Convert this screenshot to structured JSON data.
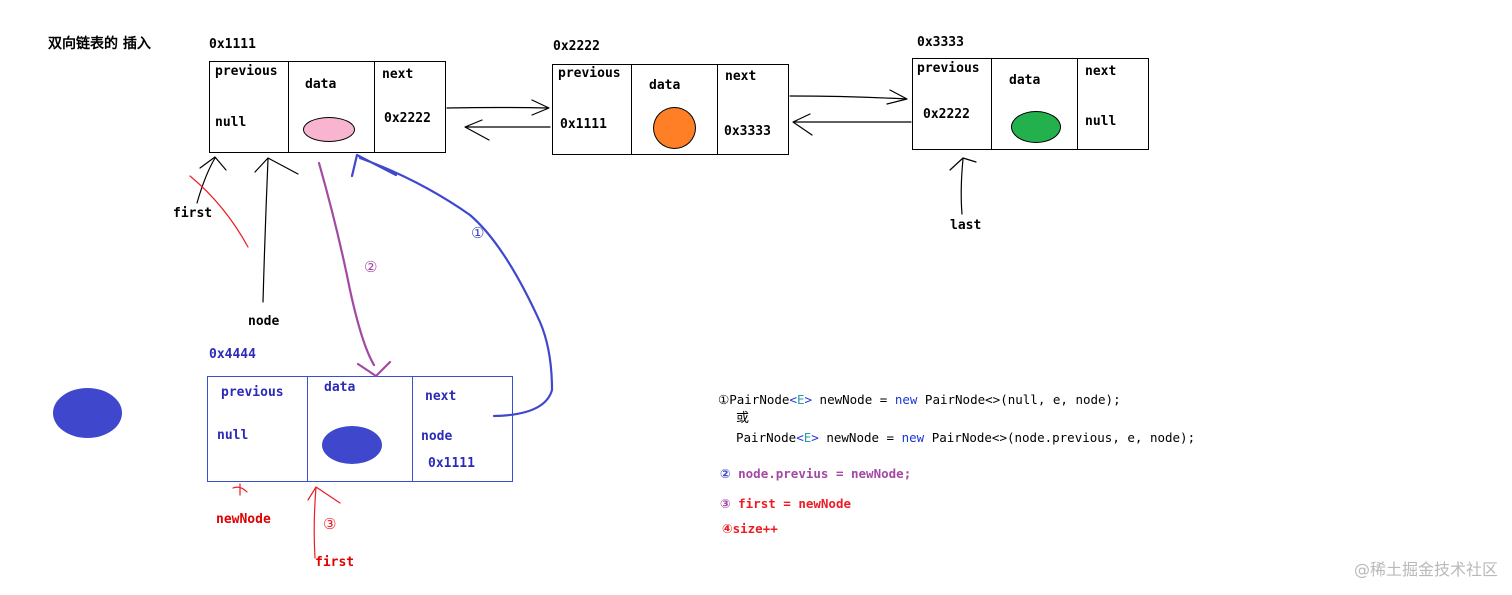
{
  "title": "双向链表的 插入",
  "nodes": [
    {
      "address": "0x1111",
      "previous_label": "previous",
      "data_label": "data",
      "next_label": "next",
      "previous_value": "null",
      "next_value": "0x2222",
      "data_color": "#f9b4cf"
    },
    {
      "address": "0x2222",
      "previous_label": "previous",
      "data_label": "data",
      "next_label": "next",
      "previous_value": "0x1111",
      "next_value": "0x3333",
      "data_color": "#ff7f27"
    },
    {
      "address": "0x3333",
      "previous_label": "previous",
      "data_label": "data",
      "next_label": "next",
      "previous_value": "0x2222",
      "next_value": "null",
      "data_color": "#22b14c"
    }
  ],
  "new_node": {
    "address": "0x4444",
    "previous_label": "previous",
    "data_label": "data",
    "next_label": "next",
    "previous_value": "null",
    "next_field_label": "node",
    "next_value": "0x1111",
    "data_color": "#3f48cc"
  },
  "pointers": {
    "first": "first",
    "last": "last",
    "node": "node",
    "newNode": "newNode",
    "first_new": "first"
  },
  "step_marks": {
    "step1": "①",
    "step2": "②",
    "step3": "③"
  },
  "code": {
    "line1": {
      "num": "①",
      "t1": "PairNode",
      "t2": "<",
      "t3": "E",
      "t4": ">",
      "t5": " newNode = ",
      "kw": "new",
      "t6": " PairNode<>(null, e, node);"
    },
    "or": "或",
    "line2": {
      "t1": "PairNode",
      "t2": "<",
      "t3": "E",
      "t4": ">",
      "t5": " newNode = ",
      "kw": "new",
      "t6": " PairNode<>(node.previous, e, node);"
    },
    "step2_num": "②",
    "step2_text": "node.previus = newNode;",
    "step3_num": "③",
    "step3_text": "first = newNode",
    "step4_num": "④",
    "step4_text": "size++"
  },
  "watermark": "@稀土掘金技术社区",
  "colors": {
    "blue": "#3f48cc",
    "purple": "#a349a4",
    "red": "#ed1c24"
  }
}
